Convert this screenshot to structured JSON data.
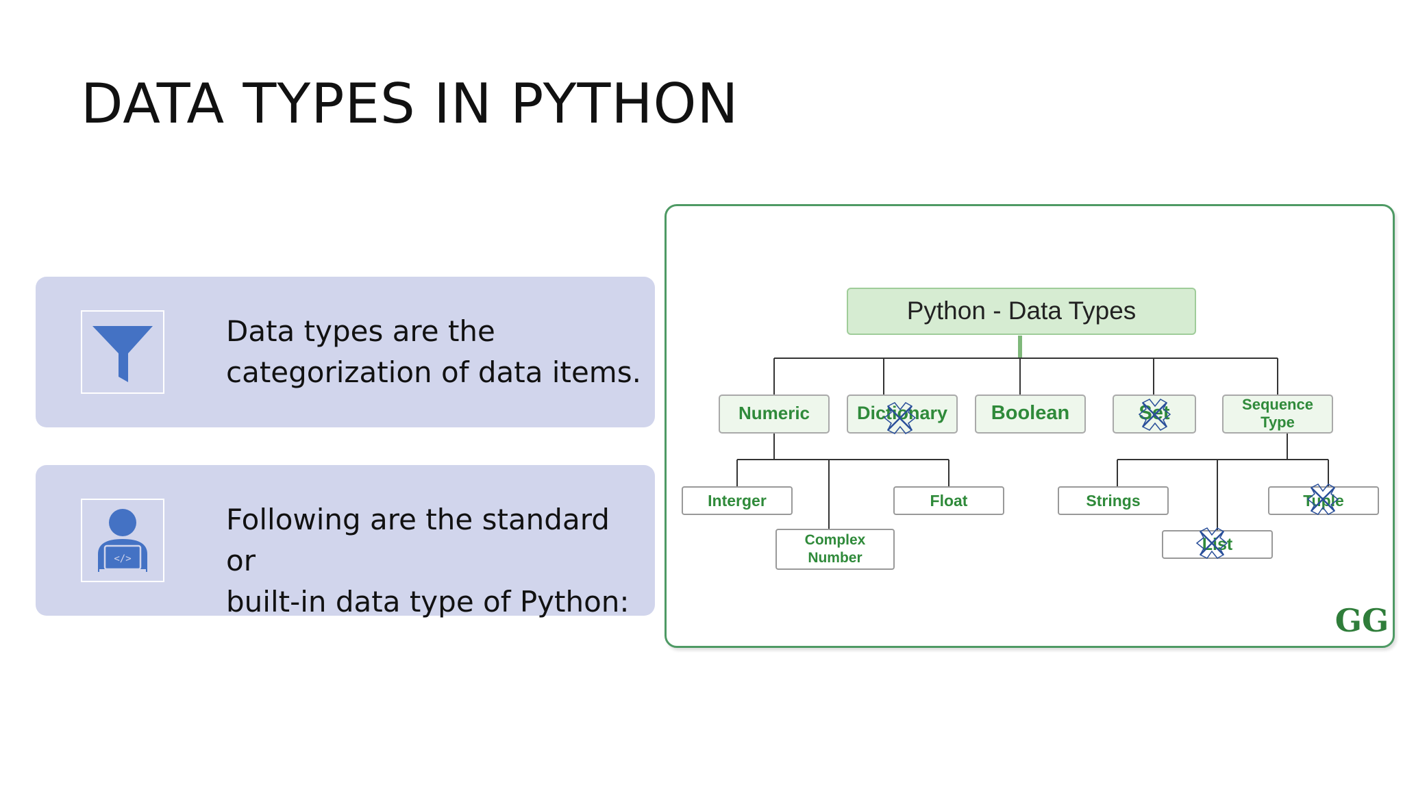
{
  "slide": {
    "title": "DATA TYPES IN PYTHON"
  },
  "cards": [
    {
      "icon": "funnel-icon",
      "line1": "Data types are the",
      "line2": "categorization of data items."
    },
    {
      "icon": "developer-laptop-icon",
      "line1": "Following are the standard or",
      "line2": "built-in data type of Python:"
    }
  ],
  "diagram": {
    "root": "Python - Data Types",
    "categories": {
      "numeric": "Numeric",
      "dictionary": "Dictionary",
      "boolean": "Boolean",
      "set": "Set",
      "sequence_line1": "Sequence",
      "sequence_line2": "Type"
    },
    "numeric_children": {
      "integer": "Interger",
      "complex_line1": "Complex",
      "complex_line2": "Number",
      "float": "Float"
    },
    "sequence_children": {
      "strings": "Strings",
      "list": "List",
      "tuple": "Tuple"
    },
    "logo": "GG",
    "colors": {
      "frame": "#4e9a64",
      "root_fill": "#d6ecd2",
      "node_fill": "#eef7ec",
      "label": "#2f8a3a",
      "marker": "#2a4f9a",
      "card": "#d1d5ec",
      "icon": "#4472c4"
    }
  }
}
